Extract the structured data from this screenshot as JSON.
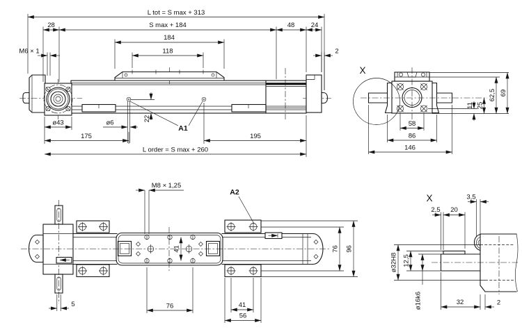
{
  "views": {
    "front": {
      "label_a1": "A1",
      "dim_l_tot": "L tot = S max + 313",
      "dim_s_max": "S max + 184",
      "dim_28": "28",
      "dim_48": "48",
      "dim_24": "24",
      "dim_184": "184",
      "dim_118": "118",
      "dim_m6": "M6 × 1",
      "dim_2": "2",
      "dim_d43": "ø43",
      "dim_d6": "ø6",
      "dim_22": "22",
      "dim_175": "175",
      "dim_195": "195",
      "dim_l_order": "L order = S max + 260"
    },
    "end": {
      "label_x": "X",
      "dim_58": "58",
      "dim_86": "86",
      "dim_146": "146",
      "dim_11": "11",
      "dim_25": "25",
      "dim_62_5": "62,5",
      "dim_69": "69"
    },
    "bottom": {
      "label_a2": "A2",
      "dim_m8": "M8 × 1,25",
      "dim_41_carriage": "41",
      "dim_5": "5",
      "dim_76_holes": "76",
      "dim_41_plate": "41",
      "dim_56": "56",
      "dim_76_width": "76",
      "dim_96": "96"
    },
    "detail": {
      "label_x": "X",
      "dim_2_5": "2,5",
      "dim_20": "20",
      "dim_3_5": "3,5",
      "dim_d32h8": "ø32H8",
      "dim_12_5": "12,5",
      "dim_d16k6": "ø16k6",
      "dim_32": "32",
      "dim_2": "2"
    }
  },
  "colors": {
    "line": "#161616",
    "background": "#ffffff"
  }
}
